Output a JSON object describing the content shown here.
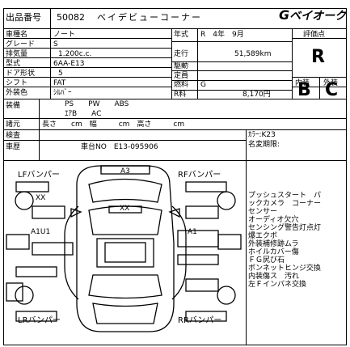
{
  "header": {
    "lot_label": "出品番号",
    "lot_number": "50082",
    "auction_name": "ベイデビューコーナー",
    "logo_text": "ベイオーク"
  },
  "specs": {
    "car_name_label": "車種名",
    "car_name": "ノート",
    "grade_label": "グレード",
    "grade": "S",
    "displacement_label": "排気量",
    "displacement": "1.200c.c.",
    "model_label": "型式",
    "model": "6AA-E13",
    "doors_label": "ドア形状",
    "doors": "5",
    "shift_label": "シフト",
    "shift": "FAT",
    "color_label": "外装色",
    "color": "ｼﾙﾊﾞｰ",
    "year_label": "年式",
    "year": "R　4年　9月",
    "mileage_label": "走行",
    "mileage": "51,589km",
    "drive_label": "駆動",
    "capacity_label": "定員",
    "fuel_label": "燃料",
    "fuel": "G",
    "tax_label": "R料",
    "tax": "8,170円"
  },
  "scores": {
    "rating_label": "評価点",
    "rating": "R",
    "interior_label": "内装",
    "interior": "B",
    "exterior_label": "外装",
    "exterior": "C"
  },
  "equipment": {
    "label": "装備",
    "line1": "PS　　PW　　ABS",
    "line2": "ｴｱB　　AC",
    "dims_label": "諸元",
    "dims": "長さ　　cm　幅　　　cm　高さ　　　cm"
  },
  "inspection": {
    "label1": "検査",
    "label2": "車歴",
    "chassis": "車台NO　E13-095906",
    "color_code": "ｶﾗｰ:K23",
    "owner_change": "名変期限:"
  },
  "diagram": {
    "lf_bumper": "LFバンパー",
    "rf_bumper": "RFバンパー",
    "lr_bumper": "LRバンパー",
    "rr_bumper": "RRバンパー",
    "mark_a3": "A3",
    "mark_xx_left": "XX",
    "mark_xx_center": "XX",
    "mark_a1u1": "A1U1",
    "mark_a1": "A1"
  },
  "notes": [
    "プッシュスタート　パ",
    "ックカメラ　コーナー",
    "センサー",
    "オーディオ欠穴",
    "センシング警告灯点灯",
    "爆エクボ",
    "外装補修跡ムラ",
    "ホイルカバー傷",
    "ＦＧ尻び石",
    "ボンネットヒンジ交換",
    "内装傷ス　汚れ",
    "左Ｆインパネ交換"
  ]
}
